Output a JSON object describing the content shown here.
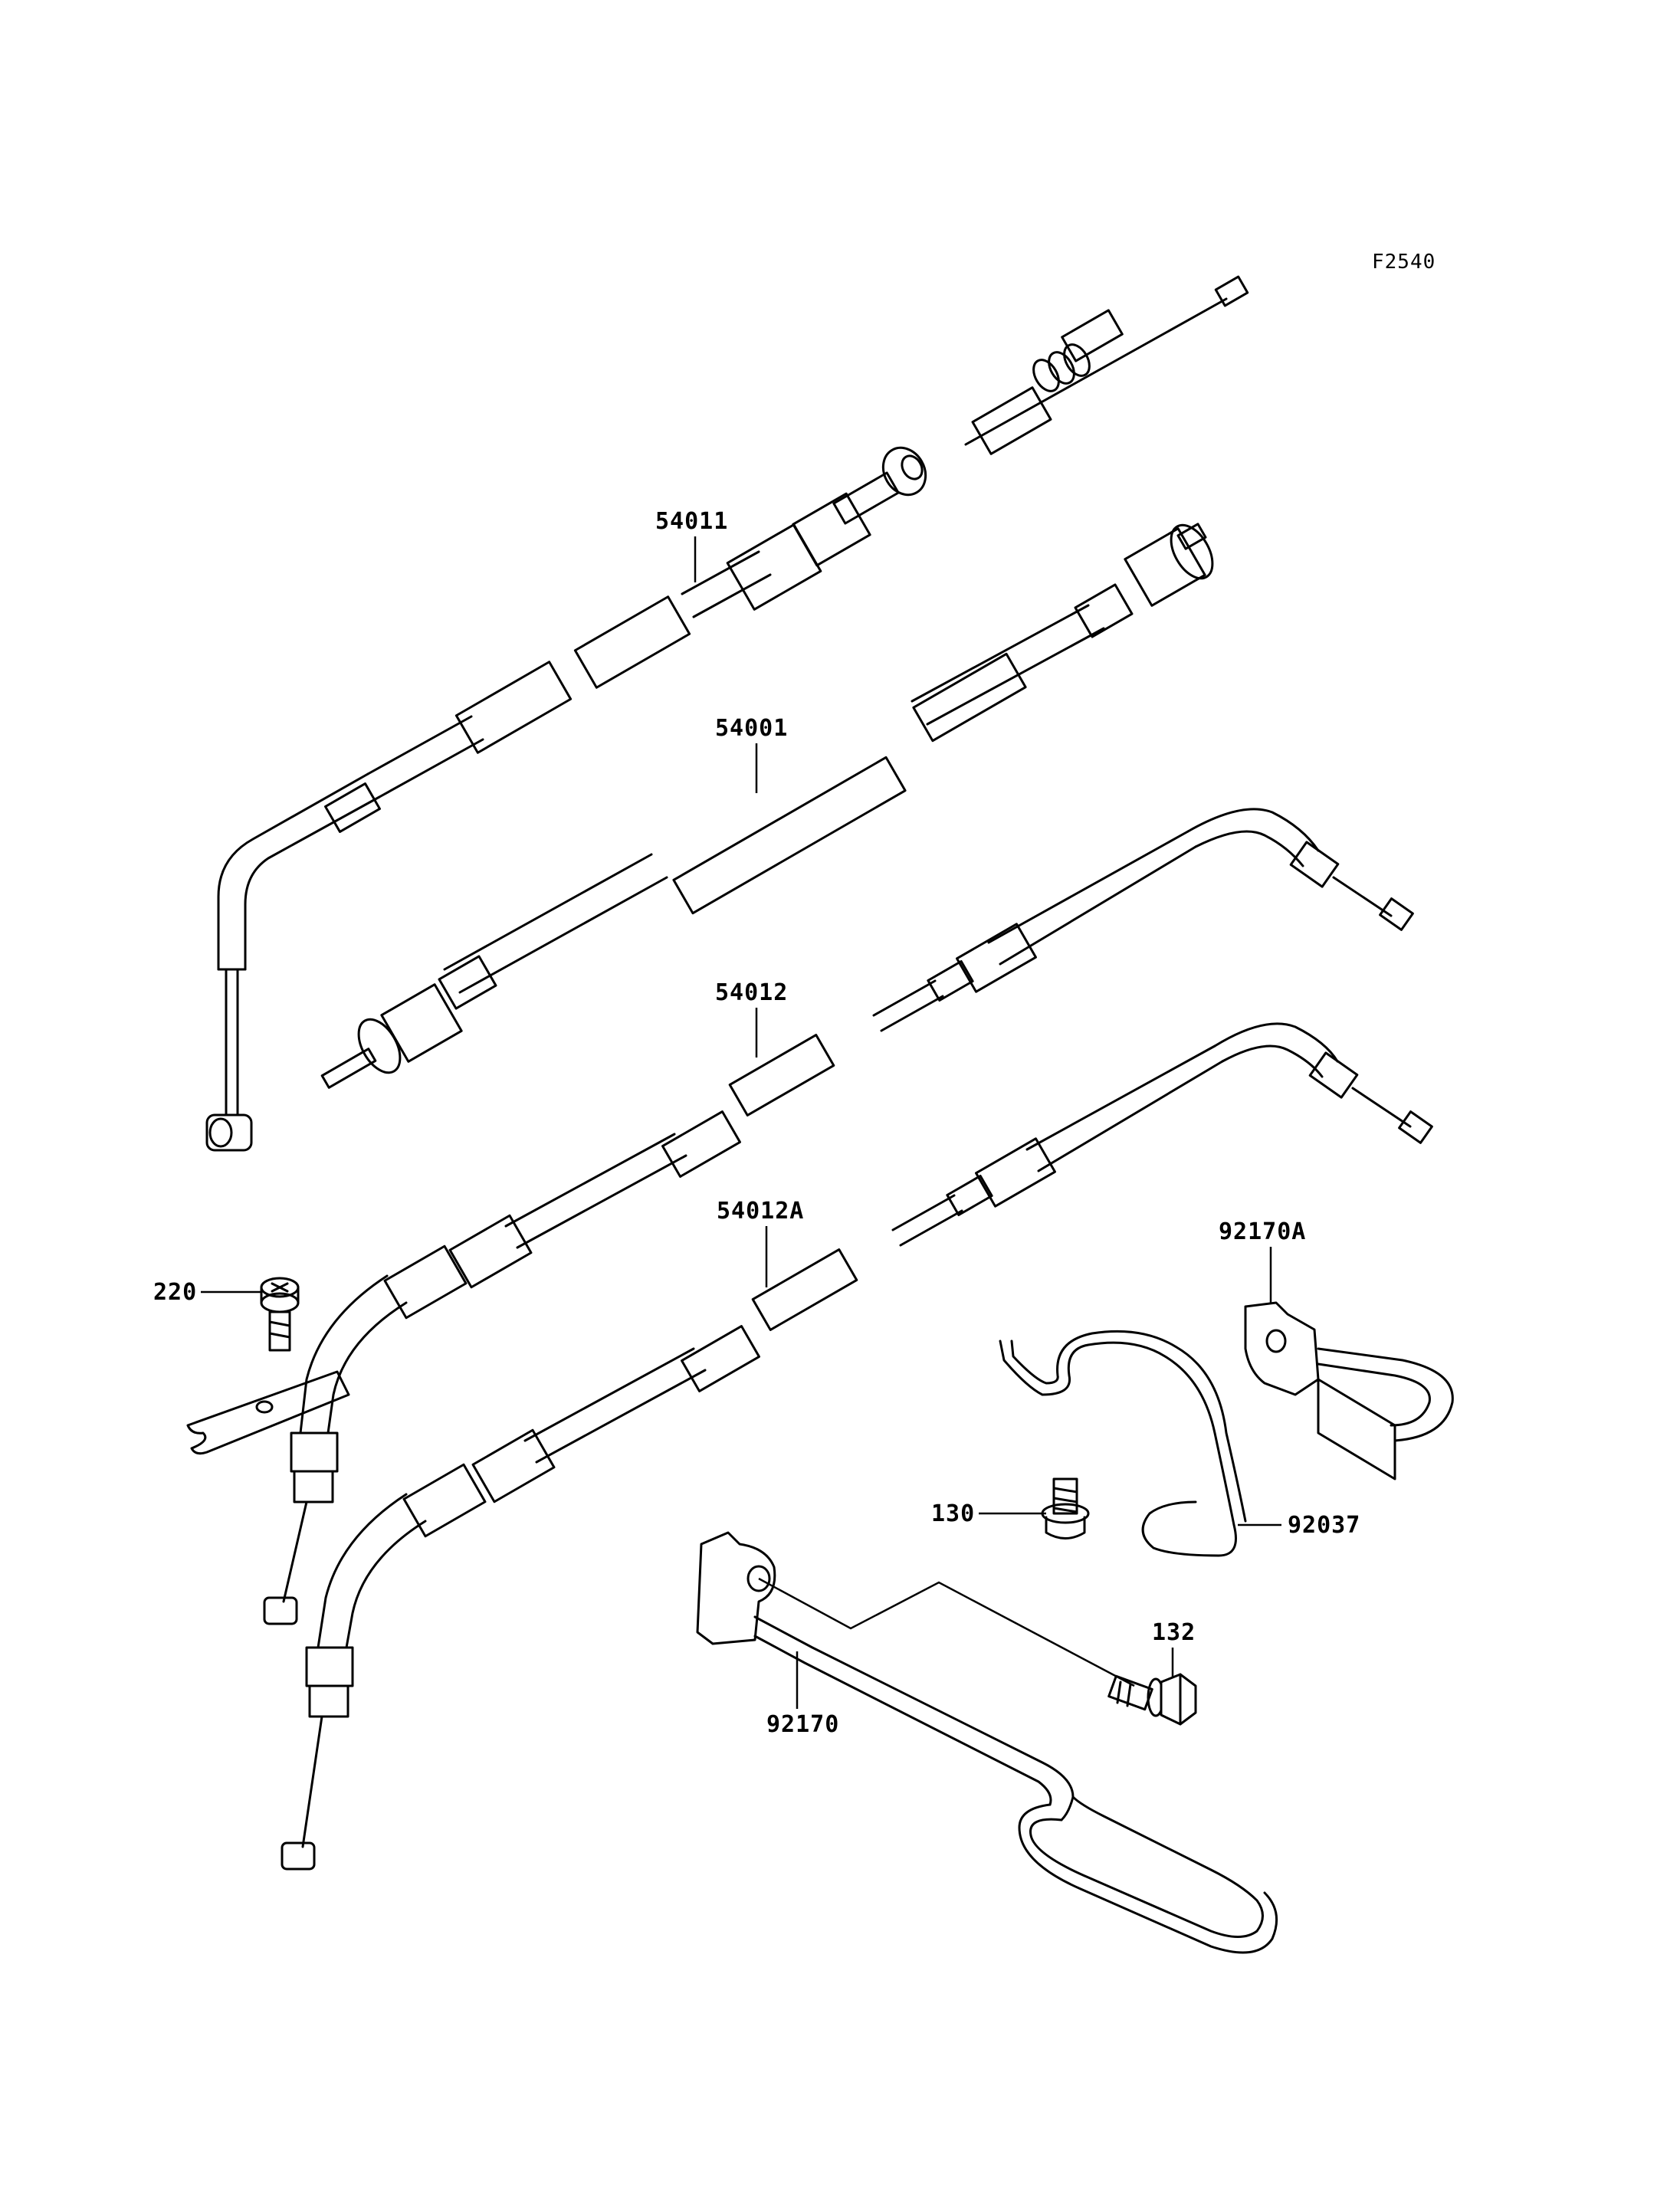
{
  "figure_code": "F2540",
  "callouts": [
    {
      "id": "c-54011",
      "text": "54011"
    },
    {
      "id": "c-54001",
      "text": "54001"
    },
    {
      "id": "c-54012",
      "text": "54012"
    },
    {
      "id": "c-54012A",
      "text": "54012A"
    },
    {
      "id": "c-220",
      "text": "220"
    },
    {
      "id": "c-92170A",
      "text": "92170A"
    },
    {
      "id": "c-130",
      "text": "130"
    },
    {
      "id": "c-92037",
      "text": "92037"
    },
    {
      "id": "c-132",
      "text": "132"
    },
    {
      "id": "c-92170",
      "text": "92170"
    }
  ],
  "colors": {
    "line": "#000000",
    "background": "#ffffff"
  }
}
